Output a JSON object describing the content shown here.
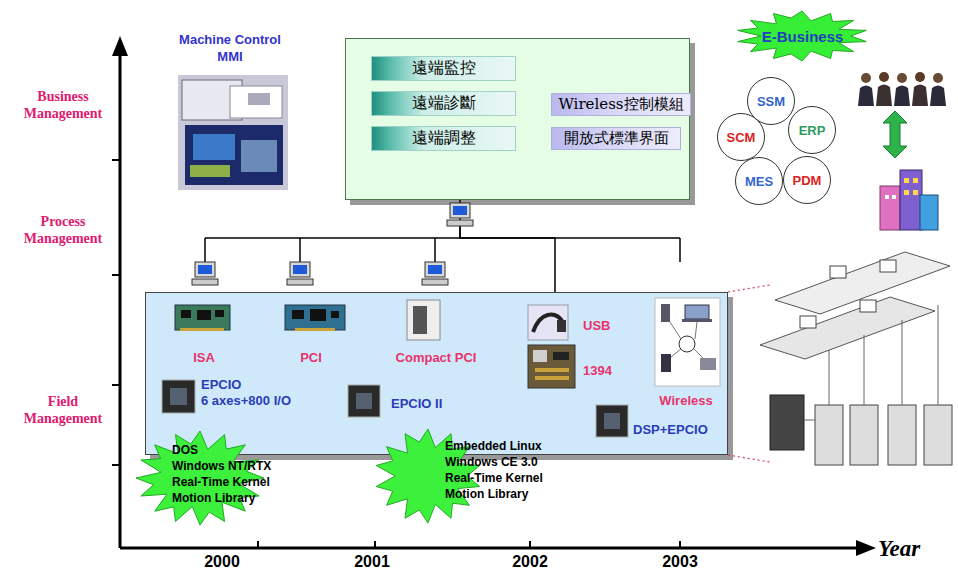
{
  "diagram": {
    "nodes": [
      {
        "text": []
      },
      {
        "text": [
          "遠端監控"
        ],
        "in": 0
      },
      {
        "text": [
          "遠端診斷"
        ],
        "in": 0
      },
      {
        "text": [
          "Wireless控制模組"
        ],
        "in": 0
      },
      {
        "text": [
          "遠端調整"
        ],
        "in": 0
      },
      {
        "text": [
          "開放式標準界面"
        ],
        "in": 0
      },
      {
        "text": [
          "E-Business"
        ]
      },
      {
        "text": [
          "SSM"
        ]
      },
      {
        "text": [
          "SCM"
        ]
      },
      {
        "text": [
          "ERP"
        ]
      },
      {
        "text": [
          "MES"
        ]
      },
      {
        "text": [
          "PDM"
        ]
      },
      {
        "text": [
          "ISA",
          "PCI",
          "Compact PCI",
          "USB",
          "1394",
          "Wireless",
          "EPCIO",
          "6 axes+800 I/O",
          "EPCIO II",
          "DSP+EPCIO"
        ]
      },
      {
        "text": [
          "DOS",
          "Windows NT/RTX",
          "Real-Time Kernel",
          "Motion Library"
        ]
      },
      {
        "text": [
          "Embedded Linux",
          "Windows CE 3.0",
          "Real-Time Kernel",
          "Motion Library"
        ]
      }
    ],
    "edges": [
      {
        "from": 0,
        "to": 12,
        "arrow": "none"
      }
    ],
    "labels": [
      "Machine Control",
      "MMI",
      "Business Management",
      "Process Management",
      "Field Management",
      "2000",
      "2001",
      "2002",
      "2003",
      "Year"
    ]
  }
}
